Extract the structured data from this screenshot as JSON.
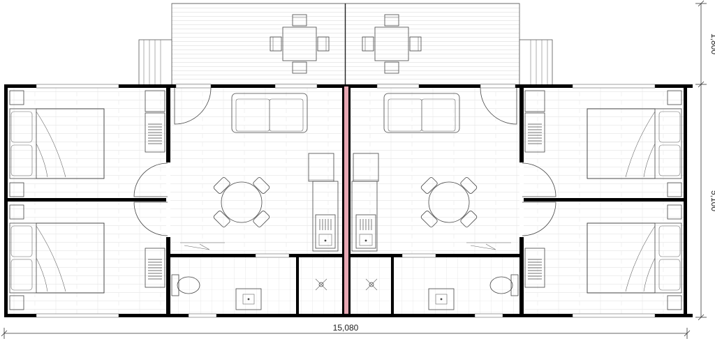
{
  "dimensions": {
    "total_width": "15,080",
    "deck_depth": "1,800",
    "building_depth": "5,100"
  },
  "colors": {
    "wall": "#000000",
    "party_wall": "#e8a8b4",
    "line": "#444444",
    "floor_board": "#d8d8d8"
  }
}
